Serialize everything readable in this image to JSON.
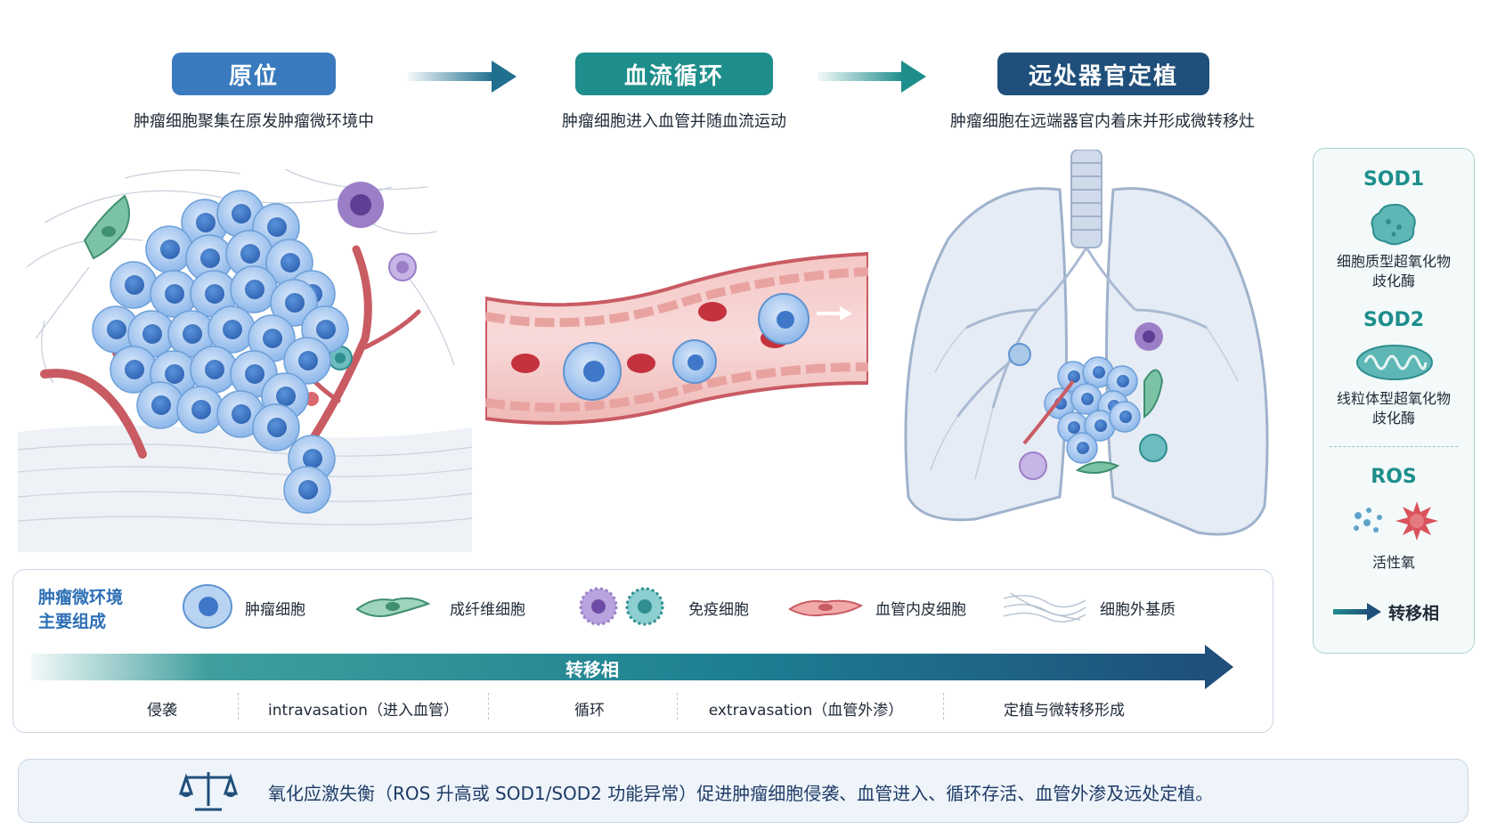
{
  "stages": [
    {
      "title": "原位",
      "desc": "肿瘤细胞聚集在原发肿瘤微环境中",
      "color": "#3a7bbf"
    },
    {
      "title": "血流循环",
      "desc": "肿瘤细胞进入血管并随血流运动",
      "color": "#1e8e8c"
    },
    {
      "title": "远处器官定植",
      "desc": "肿瘤细胞在远端器官内着床并形成微转移灶",
      "color": "#1f4f7a"
    }
  ],
  "legend": {
    "title_line1": "肿瘤微环境",
    "title_line2": "主要组成",
    "items": [
      {
        "label": "肿瘤细胞",
        "icon": "tumor-cell-icon"
      },
      {
        "label": "成纤维细胞",
        "icon": "fibroblast-icon"
      },
      {
        "label": "免疫细胞",
        "icon": "immune-cell-icon"
      },
      {
        "label": "血管内皮细胞",
        "icon": "endothelial-cell-icon"
      },
      {
        "label": "细胞外基质",
        "icon": "extracellular-matrix-icon"
      }
    ]
  },
  "phase_bar": {
    "label": "转移相",
    "phases": [
      "侵袭",
      "intravasation（进入血管）",
      "循环",
      "extravasation（血管外渗）",
      "定植与微转移形成"
    ]
  },
  "side_panel": {
    "sod1_title": "SOD1",
    "sod1_desc_line1": "细胞质型超氧化物",
    "sod1_desc_line2": "歧化酶",
    "sod2_title": "SOD2",
    "sod2_desc_line1": "线粒体型超氧化物",
    "sod2_desc_line2": "歧化酶",
    "ros_title": "ROS",
    "ros_desc": "活性氧",
    "arrow_label": "转移相"
  },
  "footer": {
    "text": "氧化应激失衡（ROS 升高或 SOD1/SOD2 功能异常）促进肿瘤细胞侵袭、血管进入、循环存活、血管外渗及远处定植。",
    "icon": "balance-scale-icon"
  },
  "colors": {
    "tumor": "#7fb0e6",
    "tumor_nucleus": "#3f78c8",
    "teal": "#1e8e8c",
    "navy": "#1f4f7a",
    "vessel": "#d8686e",
    "immune_purple": "#9b7fc6"
  }
}
